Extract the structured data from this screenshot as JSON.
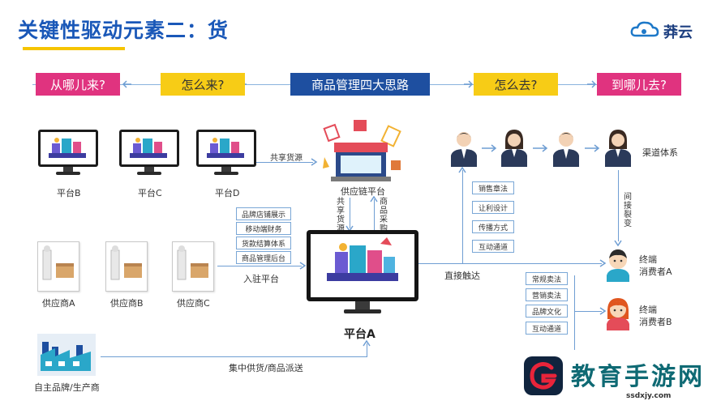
{
  "title": "关键性驱动元素二：货",
  "brand": {
    "logo_text": "莽云"
  },
  "header": {
    "from_where": "从哪儿来?",
    "how_come": "怎么来?",
    "center": "商品管理四大思路",
    "how_go": "怎么去?",
    "to_where": "到哪儿去?"
  },
  "platforms": [
    "平台B",
    "平台C",
    "平台D"
  ],
  "suppliers": [
    "供应商A",
    "供应商B",
    "供应商C"
  ],
  "own_brand": "自主品牌/生产商",
  "supply_chain": "供应链平台",
  "platform_a": "平台A",
  "flows": {
    "shared_resources": "共享货源",
    "shared_supply_vertical": "共享货源",
    "product_purchase_vertical": "商品采购",
    "settle_in": "入驻平台",
    "centralized_supply": "集中供货/商品派送",
    "direct_reach": "直接触达",
    "indirect_fission": "间接裂变"
  },
  "platform_services": [
    "品牌店铺展示",
    "移动端财务",
    "货款结算体系",
    "商品管理后台"
  ],
  "sales_tags": [
    "销售章法",
    "让利设计",
    "传播方式",
    "互动通道"
  ],
  "consumer_tags": [
    "常规卖法",
    "营销卖法",
    "品牌文化",
    "互动通道"
  ],
  "channel_system": "渠道体系",
  "consumers": {
    "a_line1": "终端",
    "a_line2": "消费者A",
    "b_line1": "终端",
    "b_line2": "消费者B"
  },
  "watermark": {
    "text": "教育手游网",
    "url": "ssdxjy.com"
  },
  "colors": {
    "title": "#1a58b8",
    "pink": "#e0337f",
    "yellow": "#f7cc16",
    "navy": "#1e4fa0",
    "accent": "#f6c400"
  }
}
